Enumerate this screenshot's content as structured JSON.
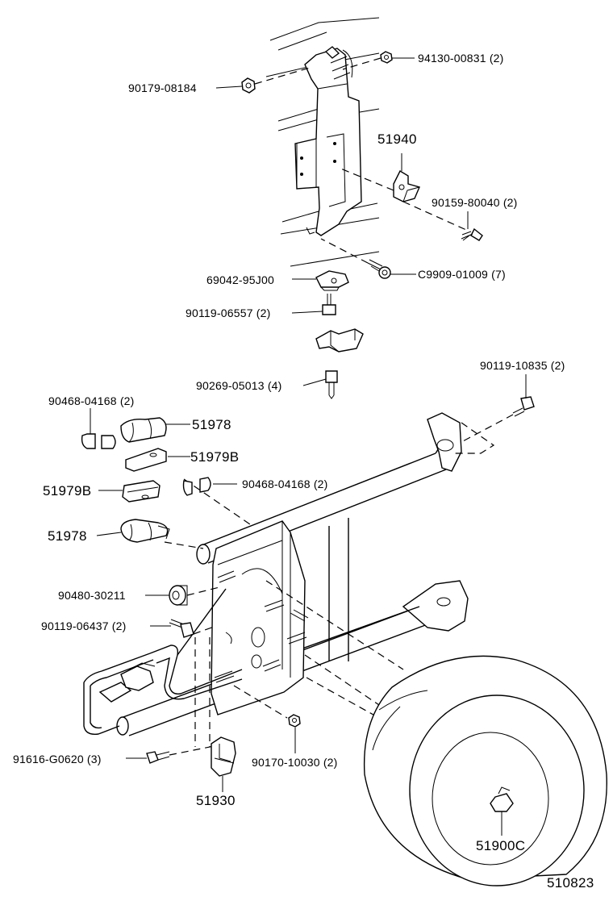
{
  "diagram": {
    "figure_code": "510823",
    "labels": {
      "p94130": "94130-00831 (2)",
      "p90179": "90179-08184",
      "p51940": "51940",
      "p90159": "90159-80040 (2)",
      "pC9909": "C9909-01009 (7)",
      "p69042": "69042-95J00",
      "p90119a": "90119-06557 (2)",
      "p90269": "90269-05013 (4)",
      "p90119b": "90119-10835 (2)",
      "p90468a": "90468-04168 (2)",
      "p51978a": "51978",
      "p51979Ba": "51979B",
      "p51979Bb": "51979B",
      "p90468b": "90468-04168 (2)",
      "p51978b": "51978",
      "p90480": "90480-30211",
      "p90119c": "90119-06437 (2)",
      "p91616": "91616-G0620 (3)",
      "p90170": "90170-10030 (2)",
      "p51930": "51930",
      "p51900C": "51900C"
    }
  }
}
